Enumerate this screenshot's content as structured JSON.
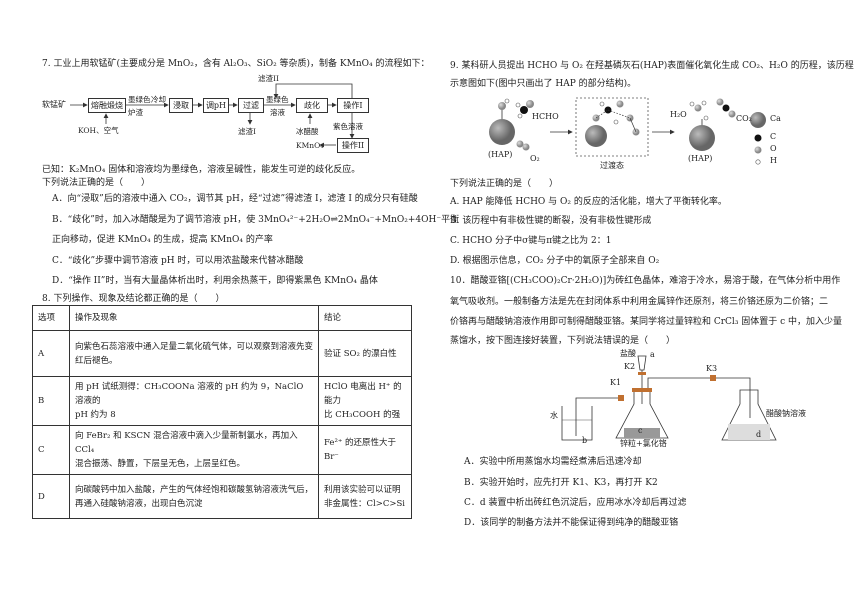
{
  "q7": {
    "stem": "7. 工业上用软锰矿(主要成分是 MnO₂，含有 Al₂O₃、SiO₂ 等杂质)，制备 KMnO₄ 的流程如下：",
    "flow": {
      "top_label": "滤渣II",
      "start": "软锰矿",
      "below_start": "KOH、空气",
      "box1": "熔融煅烧",
      "l1": "墨绿色",
      "l1b": "炉渣",
      "l2": "冷却",
      "box2": "浸取",
      "box3": "调pH",
      "box4": "过滤",
      "below4": "滤渣I",
      "l5": "墨绿色",
      "l5b": "溶液",
      "box5": "歧化",
      "below5": "冰醋酸",
      "box6": "操作I",
      "below6": "紫色溶液",
      "box7": "操作II",
      "product": "KMnO₄"
    },
    "note": "已知：K₂MnO₄ 固体和溶液均为墨绿色，溶液呈碱性，能发生可逆的歧化反应。",
    "ask": "下列说法正确的是（　　）",
    "options": [
      "A．向“浸取”后的溶液中通入 CO₂，调节其 pH，经“过滤”得滤渣 I，滤渣 I 的成分只有硅酸",
      "B．“歧化”时，加入冰醋酸是为了调节溶液 pH，使 3MnO₄²⁻+2H₂O⇌2MnO₄⁻+MnO₂+4OH⁻平衡",
      "正向移动，促进 KMnO₄ 的生成，提高 KMnO₄ 的产率",
      "C．“歧化”步骤中调节溶液 pH 时，可以用浓盐酸来代替冰醋酸",
      "D．“操作 II”时，当有大量晶体析出时，利用余热蒸干，即得紫黑色 KMnO₄ 晶体"
    ]
  },
  "q8": {
    "stem": "8. 下列操作、现象及结论都正确的是（　　）",
    "headers": [
      "选项",
      "操作及现象",
      "结论"
    ],
    "rows": [
      {
        "opt": "A",
        "op1": "向紫色石蕊溶液中通入足量二氧化硫气体，可以观察到溶液先变",
        "op2": "红后褪色。",
        "c1": "验证 SO₂ 的漂白性",
        "c2": ""
      },
      {
        "opt": "B",
        "op1": "用 pH 试纸测得：CH₃COONa 溶液的 pH 约为 9，NaClO 溶液的",
        "op2": "pH 约为 8",
        "c1": "HClO 电离出 H⁺ 的能力",
        "c2": "比 CH₃COOH 的强"
      },
      {
        "opt": "C",
        "op1": "向 FeBr₂ 和 KSCN 混合溶液中滴入少量新制氯水，再加入 CCl₄",
        "op2": "混合振荡、静置，下层呈无色，上层呈红色。",
        "c1": "Fe²⁺ 的还原性大于 Br⁻",
        "c2": ""
      },
      {
        "opt": "D",
        "op1": "向碳酸钙中加入盐酸，产生的气体经饱和碳酸氢钠溶液洗气后，",
        "op2": "再通入硅酸钠溶液，出现白色沉淀",
        "c1": "利用该实验可以证明",
        "c2": "非金属性：Cl>C>Si"
      }
    ]
  },
  "q9": {
    "stem1": "9. 某科研人员提出 HCHO 与 O₂ 在羟基磷灰石(HAP)表面催化氧化生成 CO₂、H₂O 的历程，该历程",
    "stem2": "示意图如下(图中只画出了 HAP 的部分结构)。",
    "fig": {
      "hcho": "HCHO",
      "hap1": "(HAP)",
      "o2": "O₂",
      "ts": "过渡态",
      "h2o": "H₂O",
      "co2": "CO₂",
      "hap2": "(HAP)",
      "legend": [
        "Ca",
        "C",
        "O",
        "H"
      ]
    },
    "ask": "下列说法正确的是（　　）",
    "options": [
      "A. HAP 能降低 HCHO 与 O₂ 的反应的活化能，增大了平衡转化率。",
      "B. 该历程中有非极性键的断裂，没有非极性键形成",
      "C. HCHO 分子中σ键与π键之比为 2：1",
      "D. 根据图示信息，CO₂ 分子中的氧原子全部来自 O₂"
    ]
  },
  "q10": {
    "l1": "10．醋酸亚铬[(CH₃COO)₂Cr·2H₂O)]为砖红色晶体，难溶于冷水，易溶于酸，在气体分析中用作",
    "l2": "氧气吸收剂。一般制备方法是先在封闭体系中利用金属锌作还原剂，将三价铬还原为二价铬；二",
    "l3": "价铬再与醋酸钠溶液作用即可制得醋酸亚铬。某同学将过量锌粒和 CrCl₃ 固体置于 c 中，加入少量",
    "l4": "蒸馏水，按下图连接好装置，下列说法错误的是（　　）",
    "fig": {
      "acid": "盐酸",
      "a": "a",
      "k2": "K2",
      "k1": "K1",
      "k3": "K3",
      "water": "水",
      "b": "b",
      "c": "c",
      "d": "d",
      "zn": "锌粒+氯化铬",
      "naac": "醋酸钠溶液"
    },
    "options": [
      "A．实验中所用蒸馏水均需经煮沸后迅速冷却",
      "B．实验开始时，应先打开 K1、K3，再打开 K2",
      "C．d 装置中析出砖红色沉淀后，应用冰水冷却后再过滤",
      "D．该同学的制备方法并不能保证得到纯净的醋酸亚铬"
    ]
  }
}
